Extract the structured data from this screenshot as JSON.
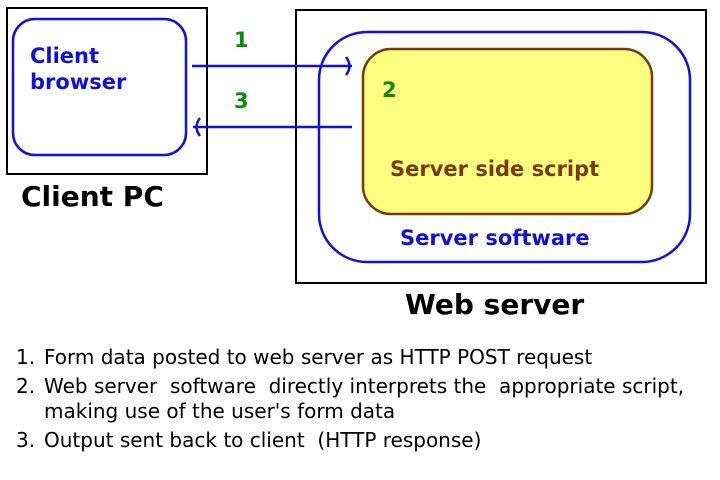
{
  "client": {
    "box_label": "Client PC",
    "browser_label": "Client\nbrowser"
  },
  "server": {
    "box_label": "Web server",
    "software_label": "Server software",
    "script_label": "Server side script"
  },
  "arrows": {
    "request_number": "1",
    "processing_number": "2",
    "response_number": "3"
  },
  "steps": [
    {
      "number": "1.",
      "text": "Form data posted to web server as HTTP POST request"
    },
    {
      "number": "2.",
      "text": "Web server  software  directly interprets the  appropriate script, making use of the user's form data"
    },
    {
      "number": "3.",
      "text": "Output sent back to client  (HTTP response)"
    }
  ],
  "colors": {
    "outline_blue": "#1010dd",
    "script_fill": "#ffff80",
    "script_border": "#7a3a05",
    "number_green": "#0a8a0a",
    "box_black": "#000000"
  }
}
